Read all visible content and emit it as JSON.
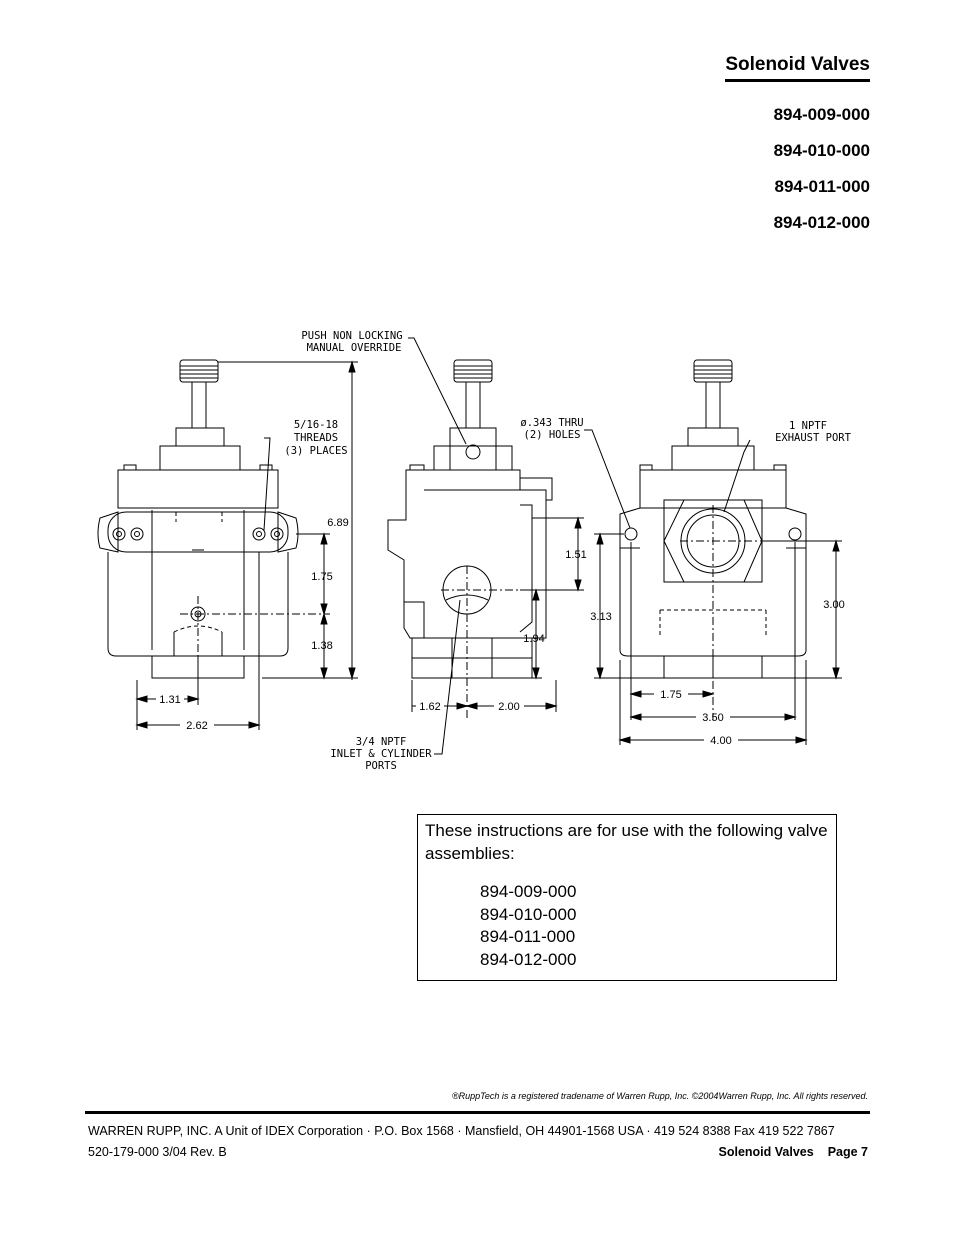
{
  "header": {
    "title": "Solenoid Valves",
    "part_numbers": [
      "894-009-000",
      "894-010-000",
      "894-011-000",
      "894-012-000"
    ]
  },
  "drawing": {
    "callouts": {
      "override_line1": "PUSH  NON  LOCKING",
      "override_line2": "MANUAL  OVERRIDE",
      "threads_line1": "5/16-18",
      "threads_line2": "THREADS",
      "threads_line3": "(3)  PLACES",
      "holes_line1": "ø.343  THRU",
      "holes_line2": "(2)  HOLES",
      "exhaust_line1": "1  NPTF",
      "exhaust_line2": "EXHAUST  PORT",
      "inlet_line1": "3/4  NPTF",
      "inlet_line2": "INLET  &  CYLINDER",
      "inlet_line3": "PORTS"
    },
    "dimensions": {
      "height_total": "6.89",
      "front_upper": "1.75",
      "front_lower": "1.38",
      "front_half_width": "1.31",
      "front_width": "2.62",
      "side_upper": "1.51",
      "side_port": "1.94",
      "side_left": "1.62",
      "side_right": "2.00",
      "back_height_a": "3.13",
      "back_height_b": "3.00",
      "back_half": "1.75",
      "back_mount": "3.50",
      "back_width": "4.00"
    }
  },
  "note": {
    "text": "These instructions are for use with the following valve assemblies:",
    "parts": [
      "894-009-000",
      "894-010-000",
      "894-011-000",
      "894-012-000"
    ]
  },
  "footer": {
    "trademark": "®RuppTech is a registered tradename of Warren Rupp, Inc.    ©2004Warren Rupp, Inc. All rights reserved.",
    "company": "WARREN RUPP, INC.  A Unit of IDEX Corporation · P.O. Box 1568 · Mansfield, OH  44901-1568 USA · 419 524 8388  Fax 419 522 7867",
    "doc_number": "520-179-000  3/04   Rev. B",
    "section": "Solenoid Valves",
    "page": "Page 7"
  }
}
